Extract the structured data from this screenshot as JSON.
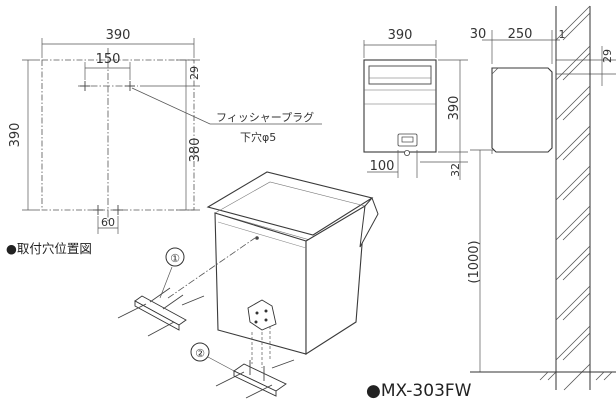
{
  "hole_diagram": {
    "dim_width": "390",
    "dim_hole_spacing": "150",
    "dim_top_offset": "29",
    "dim_height": "390",
    "dim_hole_vertical": "380",
    "dim_bottom_spacing": "60",
    "plug_label": "フィッシャープラグ",
    "pilot_hole_label": "下穴φ5",
    "caption": "●取付穴位置図"
  },
  "exploded_view": {
    "part_1": "①",
    "part_2": "②"
  },
  "elevation": {
    "dim_front_width": "390",
    "dim_wall_gap": "30",
    "dim_depth": "250",
    "dim_slope": "1",
    "dim_top": "29",
    "dim_front_height": "390",
    "dim_lock_offset": "100",
    "dim_bottom": "32",
    "dim_ground_height": "(1000)"
  },
  "model_name": "●MX-303FW",
  "colors": {
    "line": "#444444",
    "text": "#333333",
    "background": "#ffffff"
  }
}
